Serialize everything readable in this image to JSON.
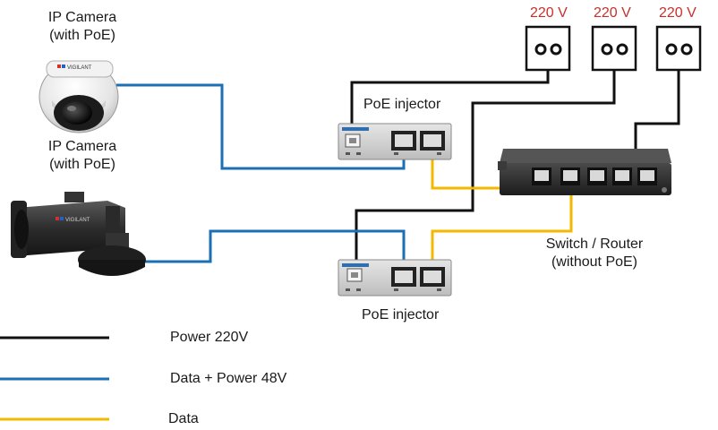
{
  "colors": {
    "power": "#111111",
    "data_power": "#1a6fb5",
    "data": "#f5b800",
    "voltage_text": "#c8302a"
  },
  "devices": {
    "camera_dome": {
      "name": "IP Camera",
      "sub": "(with PoE)",
      "brand": "VIGILANT"
    },
    "camera_bullet": {
      "name": "IP Camera",
      "sub": "(with PoE)",
      "brand": "VIGILANT"
    },
    "injector_top": {
      "name": "PoE injector"
    },
    "injector_bottom": {
      "name": "PoE injector"
    },
    "switch": {
      "name": "Switch / Router",
      "sub": "(without PoE)"
    }
  },
  "outlets": [
    {
      "voltage": "220 V"
    },
    {
      "voltage": "220 V"
    },
    {
      "voltage": "220 V"
    }
  ],
  "legend": [
    {
      "label": "Power 220V",
      "color": "#111111"
    },
    {
      "label": "Data + Power 48V",
      "color": "#1a6fb5"
    },
    {
      "label": "Data",
      "color": "#f5b800"
    }
  ]
}
